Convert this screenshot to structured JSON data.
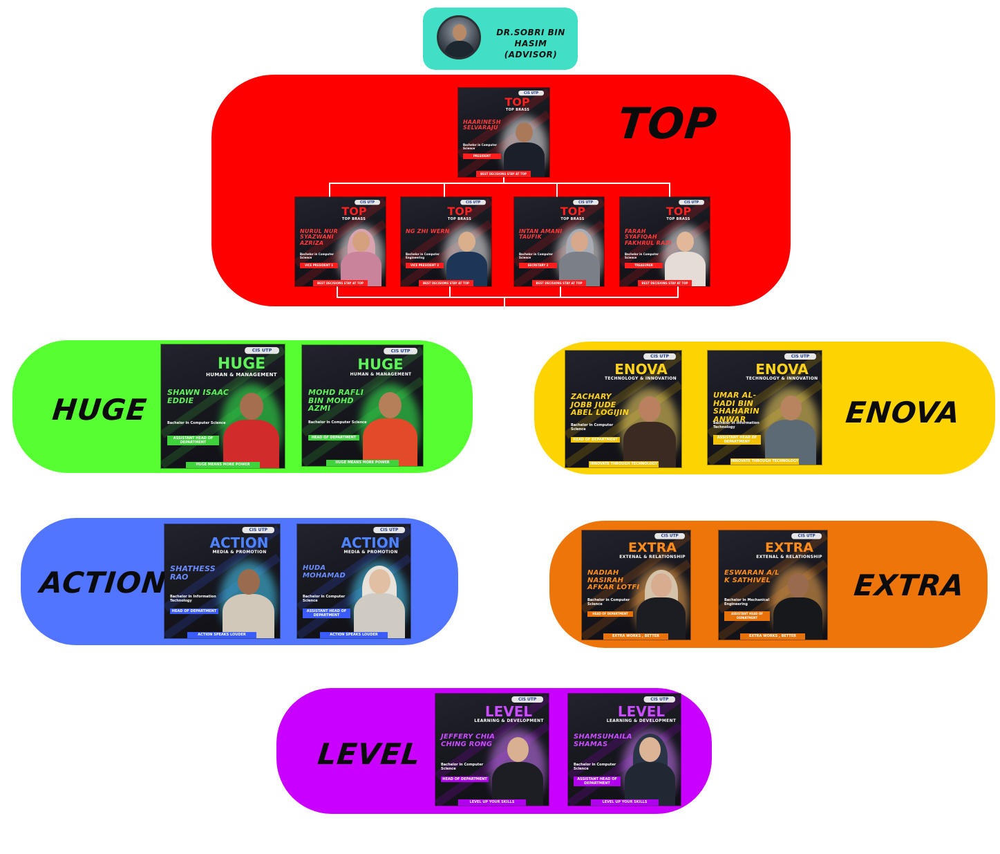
{
  "advisor": {
    "name": "DR.SOBRI BIN HASIM",
    "role": "(ADVISOR)"
  },
  "colors": {
    "advisor": "#42dfc7",
    "top": "#fe0000",
    "huge": "#56ff31",
    "enova": "#fdd400",
    "action": "#5275ff",
    "extra": "#ee750a",
    "level": "#c900ff"
  },
  "logo_text": "CIS UTP",
  "groups": {
    "top": {
      "label": "TOP",
      "card_title": "TOP",
      "card_subtitle": "TOP BRASS",
      "tagline": "BEST DECISIONS STAY AT TOP",
      "president": {
        "name": "HAARINESH SELVARAJU",
        "degree": "Bachelor in Computer Science",
        "role": "PRESIDENT"
      },
      "members": [
        {
          "name": "NURUL NUR SYAZWANI AZRIZA",
          "degree": "Bachelor in Computer Science",
          "role": "VICE PRESIDENT 1"
        },
        {
          "name": "NG ZHI WERN",
          "degree": "Bachelor in Computer Engineering",
          "role": "VICE PRESIDENT 2"
        },
        {
          "name": "INTAN AMANI TAUFIK",
          "degree": "Bachelor in Computer Science",
          "role": "SECRETARY 2"
        },
        {
          "name": "FARAH SYAFIQAH FAKHRUL RAZI",
          "degree": "Bachelor in Computer Science",
          "role": "TREASURER"
        }
      ]
    },
    "huge": {
      "label": "HUGE",
      "card_title": "HUGE",
      "card_subtitle": "HUMAN & MANAGEMENT",
      "tagline": "HUGE MEANS MORE POWER",
      "members": [
        {
          "name": "SHAWN ISAAC EDDIE",
          "degree": "Bachelor in Computer Science",
          "role": "ASSISTANT HEAD OF DEPARTMENT"
        },
        {
          "name": "MOHD RAFLI BIN MOHD AZMI",
          "degree": "Bachelor in Computer Science",
          "role": "HEAD OF DEPARTMENT"
        }
      ]
    },
    "enova": {
      "label": "ENOVA",
      "card_title": "ENOVA",
      "card_subtitle": "TECHNOLOGY & INNOVATION",
      "tagline": "INNOVATE THROUGH TECHNOLOGY",
      "members": [
        {
          "name": "ZACHARY JOBB JUDE ABEL LOGIJIN",
          "degree": "Bachelor in Computer Science",
          "role": "HEAD OF DEPARTMENT"
        },
        {
          "name": "UMAR AL-HADI BIN SHAHARIN ANWAR",
          "degree": "Bachelor in Information Technology",
          "role": "ASSISTANT HEAD OF DEPARTMENT"
        }
      ]
    },
    "action": {
      "label": "ACTION",
      "card_title": "ACTION",
      "card_subtitle": "MEDIA & PROMOTION",
      "tagline": "ACTION SPEAKS LOUDER",
      "members": [
        {
          "name": "SHATHESS RAO",
          "degree": "Bachelor in Information Technology",
          "role": "HEAD OF DEPARTMENT"
        },
        {
          "name": "HUDA MOHAMAD",
          "degree": "Bachelor in Computer Science",
          "role": "ASSISTANT HEAD OF DEPARTMENT"
        }
      ]
    },
    "extra": {
      "label": "EXTRA",
      "card_title": "EXTRA",
      "card_subtitle": "EXTENAL & RELATIONSHIP",
      "members": [
        {
          "name": "NADIAH NASIRAH AFKAR LOTFI",
          "degree": "Bachelor in Computer Science",
          "role": "HEAD OF DEPARTMENT",
          "tagline": "EXTRA WORKS , BETTER"
        },
        {
          "name": "ESWARAN A/L K SATHIVEL",
          "degree": "Bachelor in Mechanical Engineering",
          "role": "ASSISTANT HEAD OF DEPARTMENT",
          "tagline": "EXTRA WORKS , BETTER BENEFITS"
        }
      ]
    },
    "level": {
      "label": "LEVEL",
      "card_title": "LEVEL",
      "card_subtitle": "LEARNING & DEVELOPMENT",
      "tagline": "LEVEL UP YOUR SKILLS",
      "members": [
        {
          "name": "JEFFERY CHIA CHING RONG",
          "degree": "Bachelor in Computer Science",
          "role": "HEAD OF DEPARTMENT"
        },
        {
          "name": "SHAMSUHAILA SHAMAS",
          "degree": "Bachelor in Computer Science",
          "role": "ASSISTANT HEAD OF DEPARTMENT"
        }
      ]
    }
  }
}
